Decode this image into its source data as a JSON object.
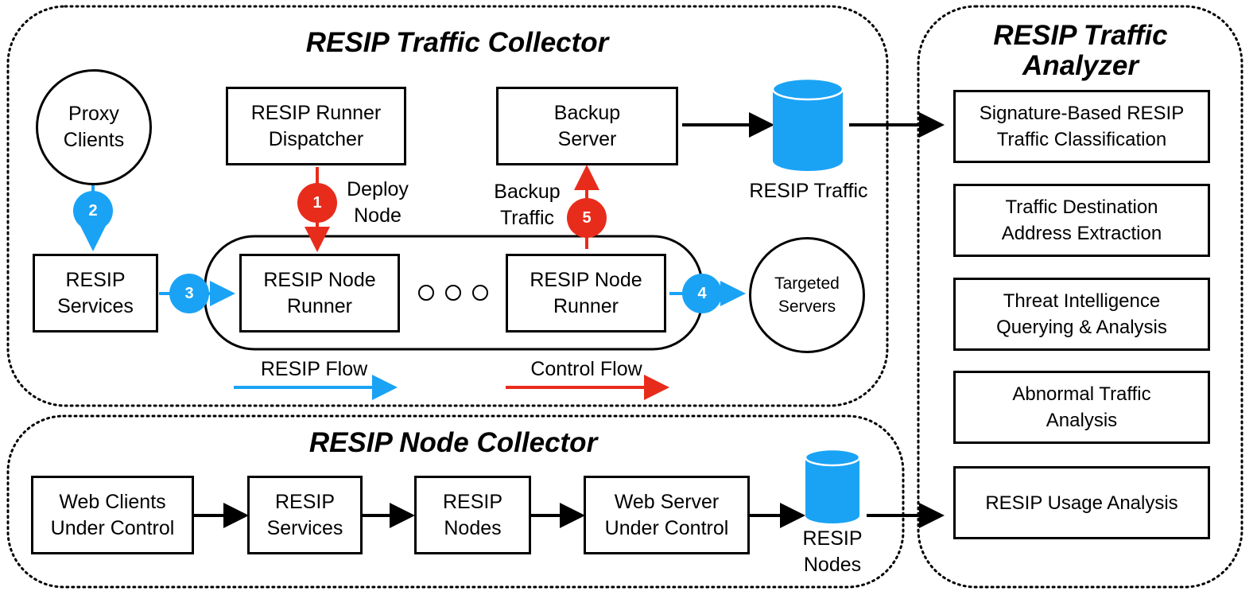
{
  "colors": {
    "resip_flow": "#1aa3f5",
    "control_flow": "#e82c1c",
    "database": "#1aa3f5"
  },
  "traffic_collector": {
    "title": "RESIP Traffic Collector",
    "proxy_clients": "Proxy\nClients",
    "resip_services": "RESIP\nServices",
    "dispatcher": "RESIP Runner\nDispatcher",
    "backup_server": "Backup\nServer",
    "resip_traffic_db": "RESIP Traffic",
    "node_runner_1": "RESIP Node\nRunner",
    "node_runner_2": "RESIP Node\nRunner",
    "targeted_servers": "Targeted\nServers",
    "deploy_node": "Deploy\nNode",
    "backup_traffic": "Backup\nTraffic",
    "steps": [
      "1",
      "2",
      "3",
      "4",
      "5"
    ],
    "legend": {
      "resip_flow": "RESIP Flow",
      "control_flow": "Control Flow"
    }
  },
  "traffic_analyzer": {
    "title": "RESIP Traffic\nAnalyzer",
    "modules": [
      "Signature-Based RESIP\nTraffic Classification",
      "Traffic Destination\nAddress Extraction",
      "Threat Intelligence\nQuerying & Analysis",
      "Abnormal Traffic\nAnalysis",
      "RESIP Usage Analysis"
    ]
  },
  "node_collector": {
    "title": "RESIP Node Collector",
    "web_clients": "Web Clients\nUnder Control",
    "resip_services": "RESIP\nServices",
    "resip_nodes": "RESIP\nNodes",
    "web_server": "Web Server\nUnder Control",
    "resip_nodes_db": "RESIP\nNodes"
  }
}
